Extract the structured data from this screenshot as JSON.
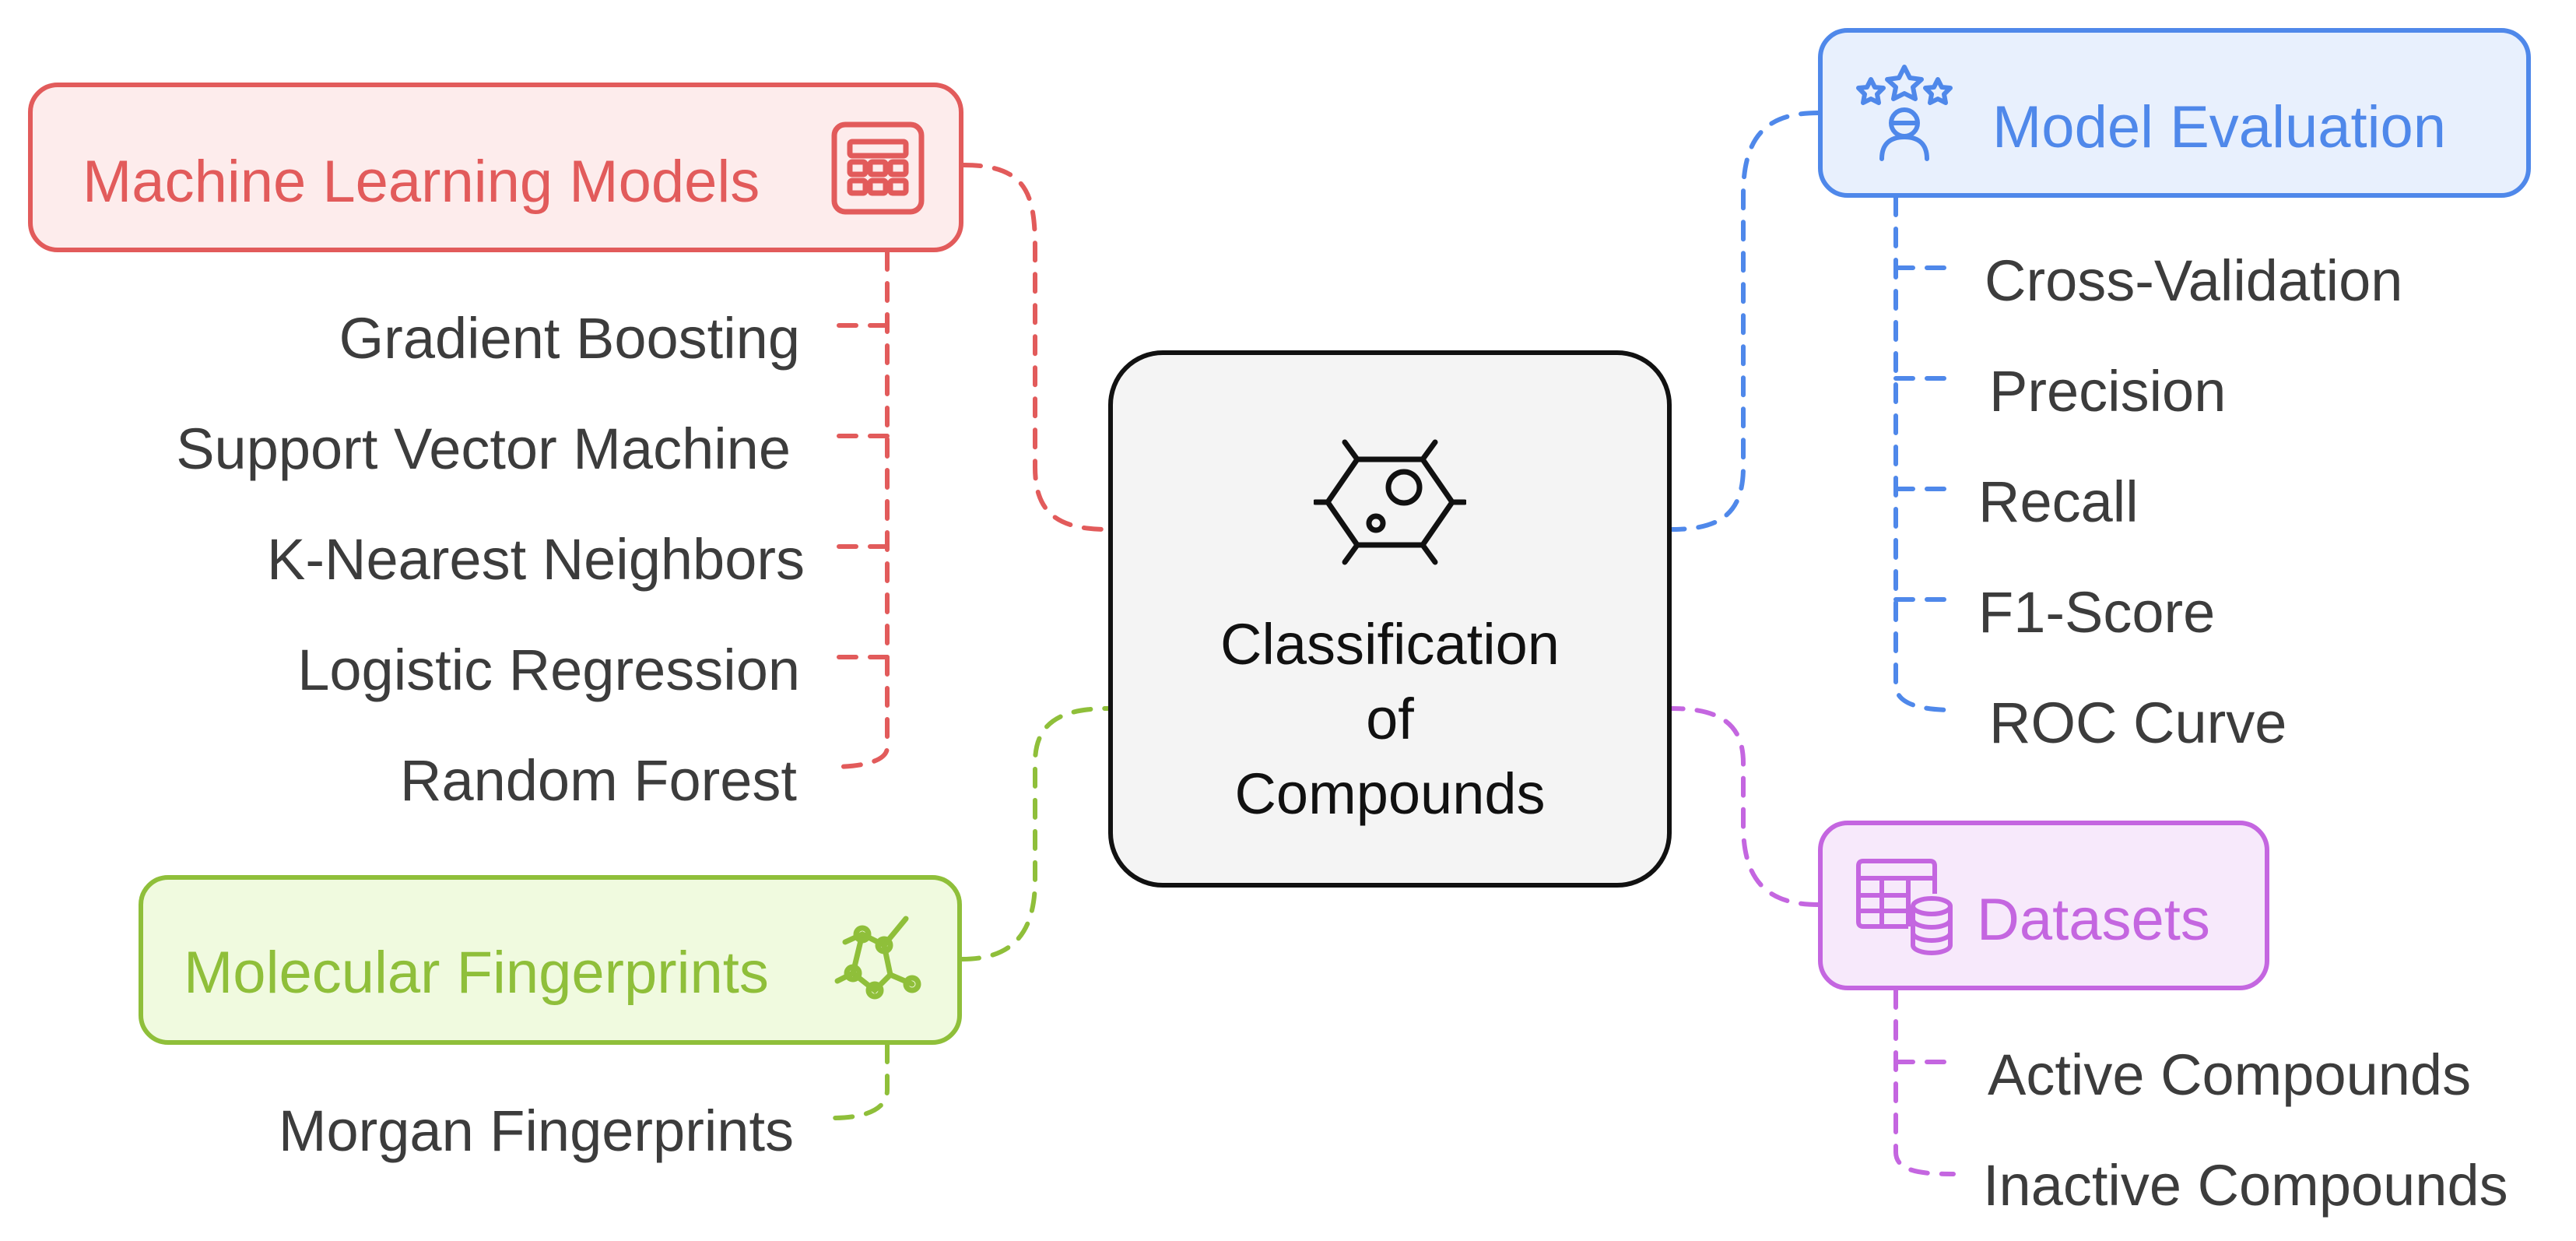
{
  "center": {
    "title_lines": [
      "Classification",
      "of",
      "Compounds"
    ],
    "icon": "molecule-icon"
  },
  "branches": {
    "machine_learning": {
      "title": "Machine Learning Models",
      "icon": "table-grid-icon",
      "color": "#e25b5b",
      "items": [
        "Gradient Boosting",
        "Support Vector Machine",
        "K-Nearest Neighbors",
        "Logistic Regression",
        "Random Forest"
      ]
    },
    "fingerprints": {
      "title": "Molecular Fingerprints",
      "icon": "network-nodes-icon",
      "color": "#8fbf3a",
      "items": [
        "Morgan Fingerprints"
      ]
    },
    "evaluation": {
      "title": "Model Evaluation",
      "icon": "person-stars-icon",
      "color": "#4f88ea",
      "items": [
        "Cross-Validation",
        "Precision",
        "Recall",
        "F1-Score",
        "ROC Curve"
      ]
    },
    "datasets": {
      "title": "Datasets",
      "icon": "table-database-icon",
      "color": "#c466e0",
      "items": [
        "Active Compounds",
        "Inactive Compounds"
      ]
    }
  }
}
